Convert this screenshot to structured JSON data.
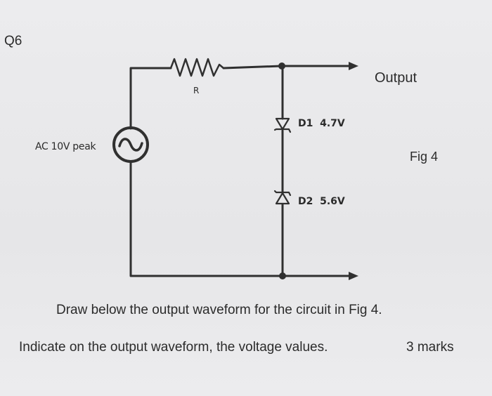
{
  "question": {
    "number": "Q6"
  },
  "diagram": {
    "source_label": "AC 10V peak",
    "resistor_label": "R",
    "diodes": [
      {
        "name": "D1",
        "voltage": "4.7V"
      },
      {
        "name": "D2",
        "voltage": "5.6V"
      }
    ],
    "output_label": "Output",
    "figure_label": "Fig 4",
    "line_color": "#303030",
    "icons": [
      "ac-source-icon",
      "resistor-icon",
      "zener-diode-icon",
      "arrow-right-icon"
    ]
  },
  "instructions": {
    "line1": "Draw below the output waveform for the circuit in Fig 4.",
    "line2": "Indicate on the output waveform, the voltage values.",
    "marks": "3 marks"
  }
}
